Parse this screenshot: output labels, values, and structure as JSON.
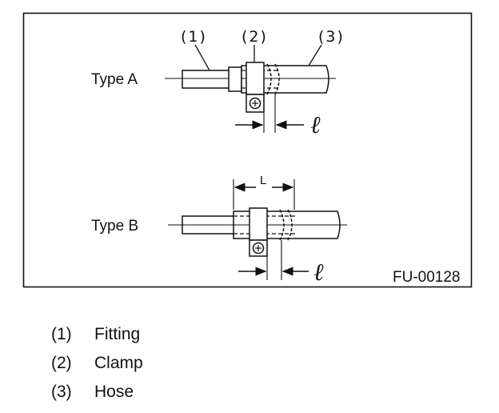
{
  "diagram": {
    "callouts": [
      "(1)",
      "(2)",
      "(3)"
    ],
    "type_a_label": "Type A",
    "type_b_label": "Type B",
    "dimension_small": "ℓ",
    "dimension_large": "L",
    "figure_code": "FU-00128"
  },
  "legend": [
    {
      "num": "(1)",
      "label": "Fitting"
    },
    {
      "num": "(2)",
      "label": "Clamp"
    },
    {
      "num": "(3)",
      "label": "Hose"
    }
  ]
}
